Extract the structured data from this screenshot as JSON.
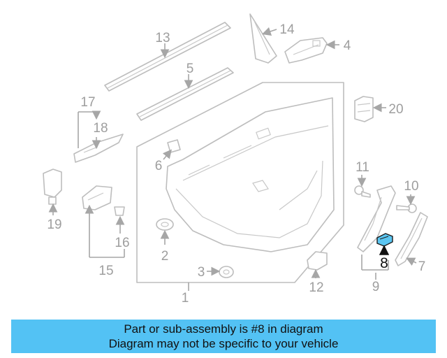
{
  "diagram": {
    "callouts": [
      "1",
      "2",
      "3",
      "4",
      "5",
      "6",
      "7",
      "8",
      "9",
      "10",
      "11",
      "12",
      "13",
      "14",
      "15",
      "16",
      "17",
      "18",
      "19",
      "20"
    ],
    "highlighted_callout": "8",
    "highlight_color": "#5bc6f2"
  },
  "banner": {
    "line1": "Part or sub-assembly is #8 in diagram",
    "line2": "Diagram may not be specific to your vehicle",
    "background": "#53c2f4"
  }
}
